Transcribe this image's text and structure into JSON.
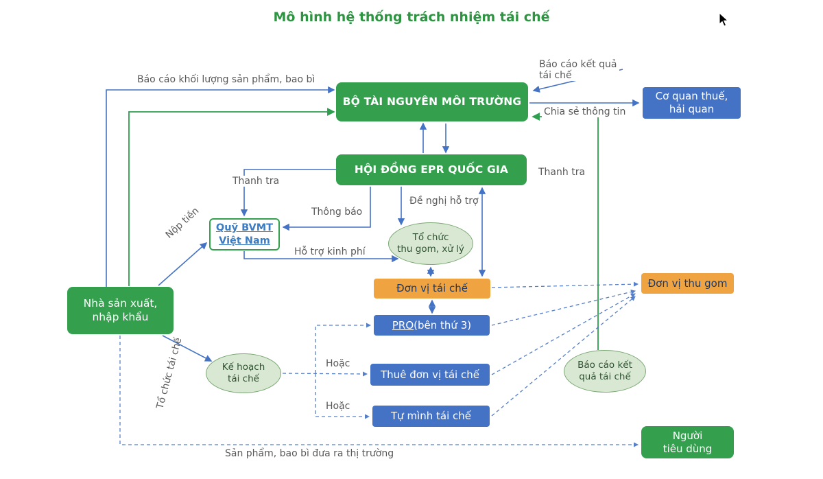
{
  "title": "Mô hình hệ thống trách nhiệm tái chế",
  "colors": {
    "green": "#34A04E",
    "blue": "#4472C4",
    "orange": "#F0A441"
  },
  "nodes": {
    "ministry": {
      "label": "BỘ TÀI NGUYÊN MÔI TRƯỜNG"
    },
    "epr_council": {
      "label": "HỘI ĐỒNG EPR QUỐC GIA"
    },
    "tax_customs": {
      "label": "Cơ quan thuế,\nhải quan"
    },
    "epf": {
      "label": "Quỹ BVMT\nViệt Nam"
    },
    "collection_org": {
      "label": "Tổ chức\nthu gom, xử lý"
    },
    "recycler": {
      "label": "Đơn vị tái chế"
    },
    "pro": {
      "link": "PRO",
      "rest": " (bên thứ 3)"
    },
    "producer": {
      "label": "Nhà sản xuất,\nnhập khẩu"
    },
    "recycling_plan": {
      "label": "Kế hoạch\ntái chế"
    },
    "hire_recycler": {
      "label": "Thuê đơn vị tái chế"
    },
    "self_recycle": {
      "label": "Tự mình tái chế"
    },
    "collector": {
      "label": "Đơn vị thu gom"
    },
    "report_results": {
      "label": "Báo cáo kết\nquả tái chế"
    },
    "consumer": {
      "label": "Người\ntiêu dùng"
    }
  },
  "edge_labels": {
    "report_volume": "Báo cáo khối lượng sản phẩm, bao bì",
    "report_results_top": "Báo cáo kết quả\ntái chế",
    "share_info": "Chia sẻ thông tin",
    "inspect_left": "Thanh tra",
    "inspect_right": "Thanh tra",
    "pay_money": "Nộp tiền",
    "notify": "Thông báo",
    "request_support": "Đề nghị hỗ trợ",
    "fund_support": "Hỗ trợ kinh phí",
    "organize_recycling": "Tổ chức tái chế",
    "or_1": "Hoặc",
    "or_2": "Hoặc",
    "products_to_market": "Sản phẩm, bao bì đưa ra thị trường"
  }
}
